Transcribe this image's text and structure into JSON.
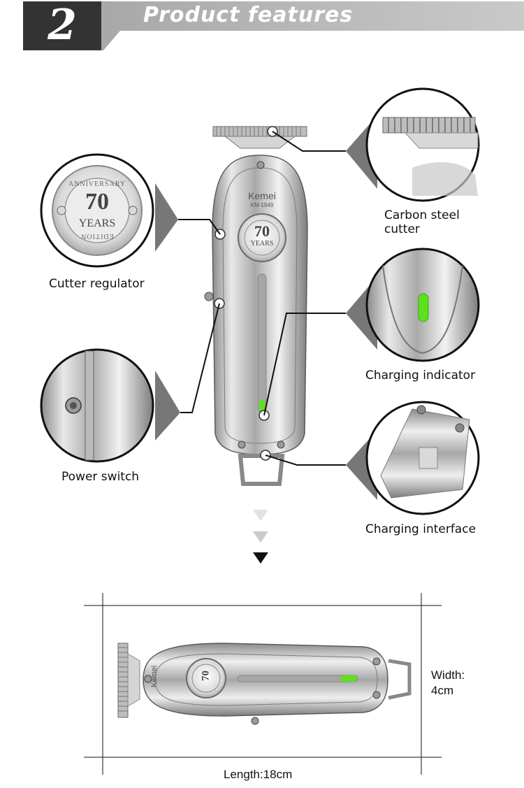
{
  "header": {
    "section_number": "2",
    "title": "Product features"
  },
  "device": {
    "brand": "Kemei",
    "model": "KM-1949",
    "badge_number": "70",
    "badge_top": "ANNIVERSARY",
    "badge_mid": "YEARS",
    "badge_bottom": "EDITION"
  },
  "features": [
    {
      "label_line1": "Carbon steel",
      "label_line2": "cutter"
    },
    {
      "label_line1": "Cutter regulator"
    },
    {
      "label_line1": "Charging indicator"
    },
    {
      "label_line1": "Power switch"
    },
    {
      "label_line1": "Charging interface"
    }
  ],
  "dimensions": {
    "width_label": "Width:",
    "width_value": "4cm",
    "length_label": "Length:18cm"
  },
  "colors": {
    "header_dark": "#333333",
    "header_light": "#b5b5b5",
    "indicator_green": "#5ee01c",
    "chrome": "#c9c9c9"
  }
}
